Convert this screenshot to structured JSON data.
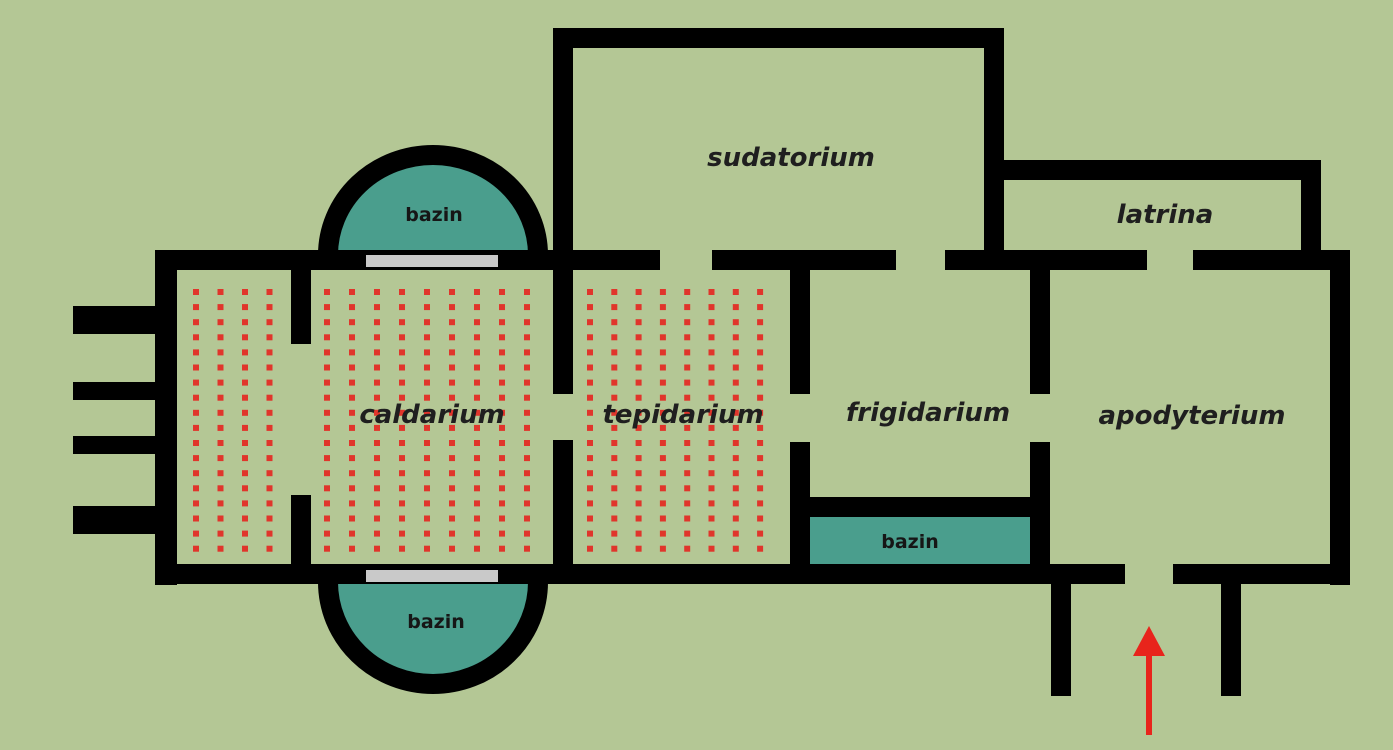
{
  "diagram": {
    "colors": {
      "background": "#b4c795",
      "wall": "#000000",
      "pool": "#4a9e8d",
      "hypocaust_dot": "#e0352b",
      "step": "#c9c9c9",
      "entrance_arrow": "#e8241c"
    },
    "rooms": {
      "sudatorium": "sudatorium",
      "latrina": "latrina",
      "caldarium": "caldarium",
      "tepidarium": "tepidarium",
      "frigidarium": "frigidarium",
      "apodyterium": "apodyterium"
    },
    "pools": {
      "top": "bazin",
      "bottom": "bazin",
      "frigidarium": "bazin"
    }
  }
}
